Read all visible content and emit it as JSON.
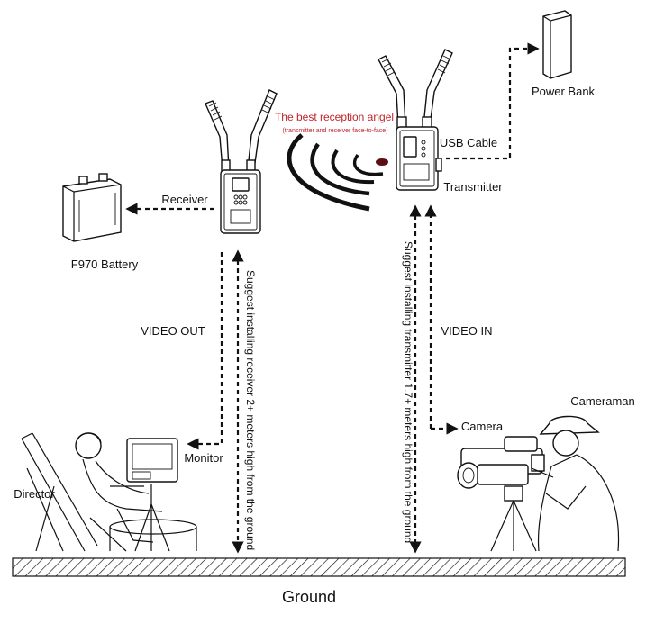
{
  "title": "The best reception angel",
  "subtitle": "(transmitter and receiver face-to-face)",
  "labels": {
    "receiver": "Receiver",
    "transmitter": "Transmitter",
    "battery": "F970 Battery",
    "power_bank": "Power Bank",
    "usb_cable": "USB Cable",
    "video_out": "VIDEO OUT",
    "video_in": "VIDEO IN",
    "monitor": "Monitor",
    "camera": "Camera",
    "director": "Director",
    "cameraman": "Cameraman",
    "ground": "Ground"
  },
  "notes": {
    "receiver_height": "Suggest installing receiver 2+ meters high from the ground",
    "transmitter_height": "Suggest installing transmitter 1.7+ meters high from the ground"
  },
  "colors": {
    "accent": "#c0242b",
    "ink": "#111111"
  }
}
